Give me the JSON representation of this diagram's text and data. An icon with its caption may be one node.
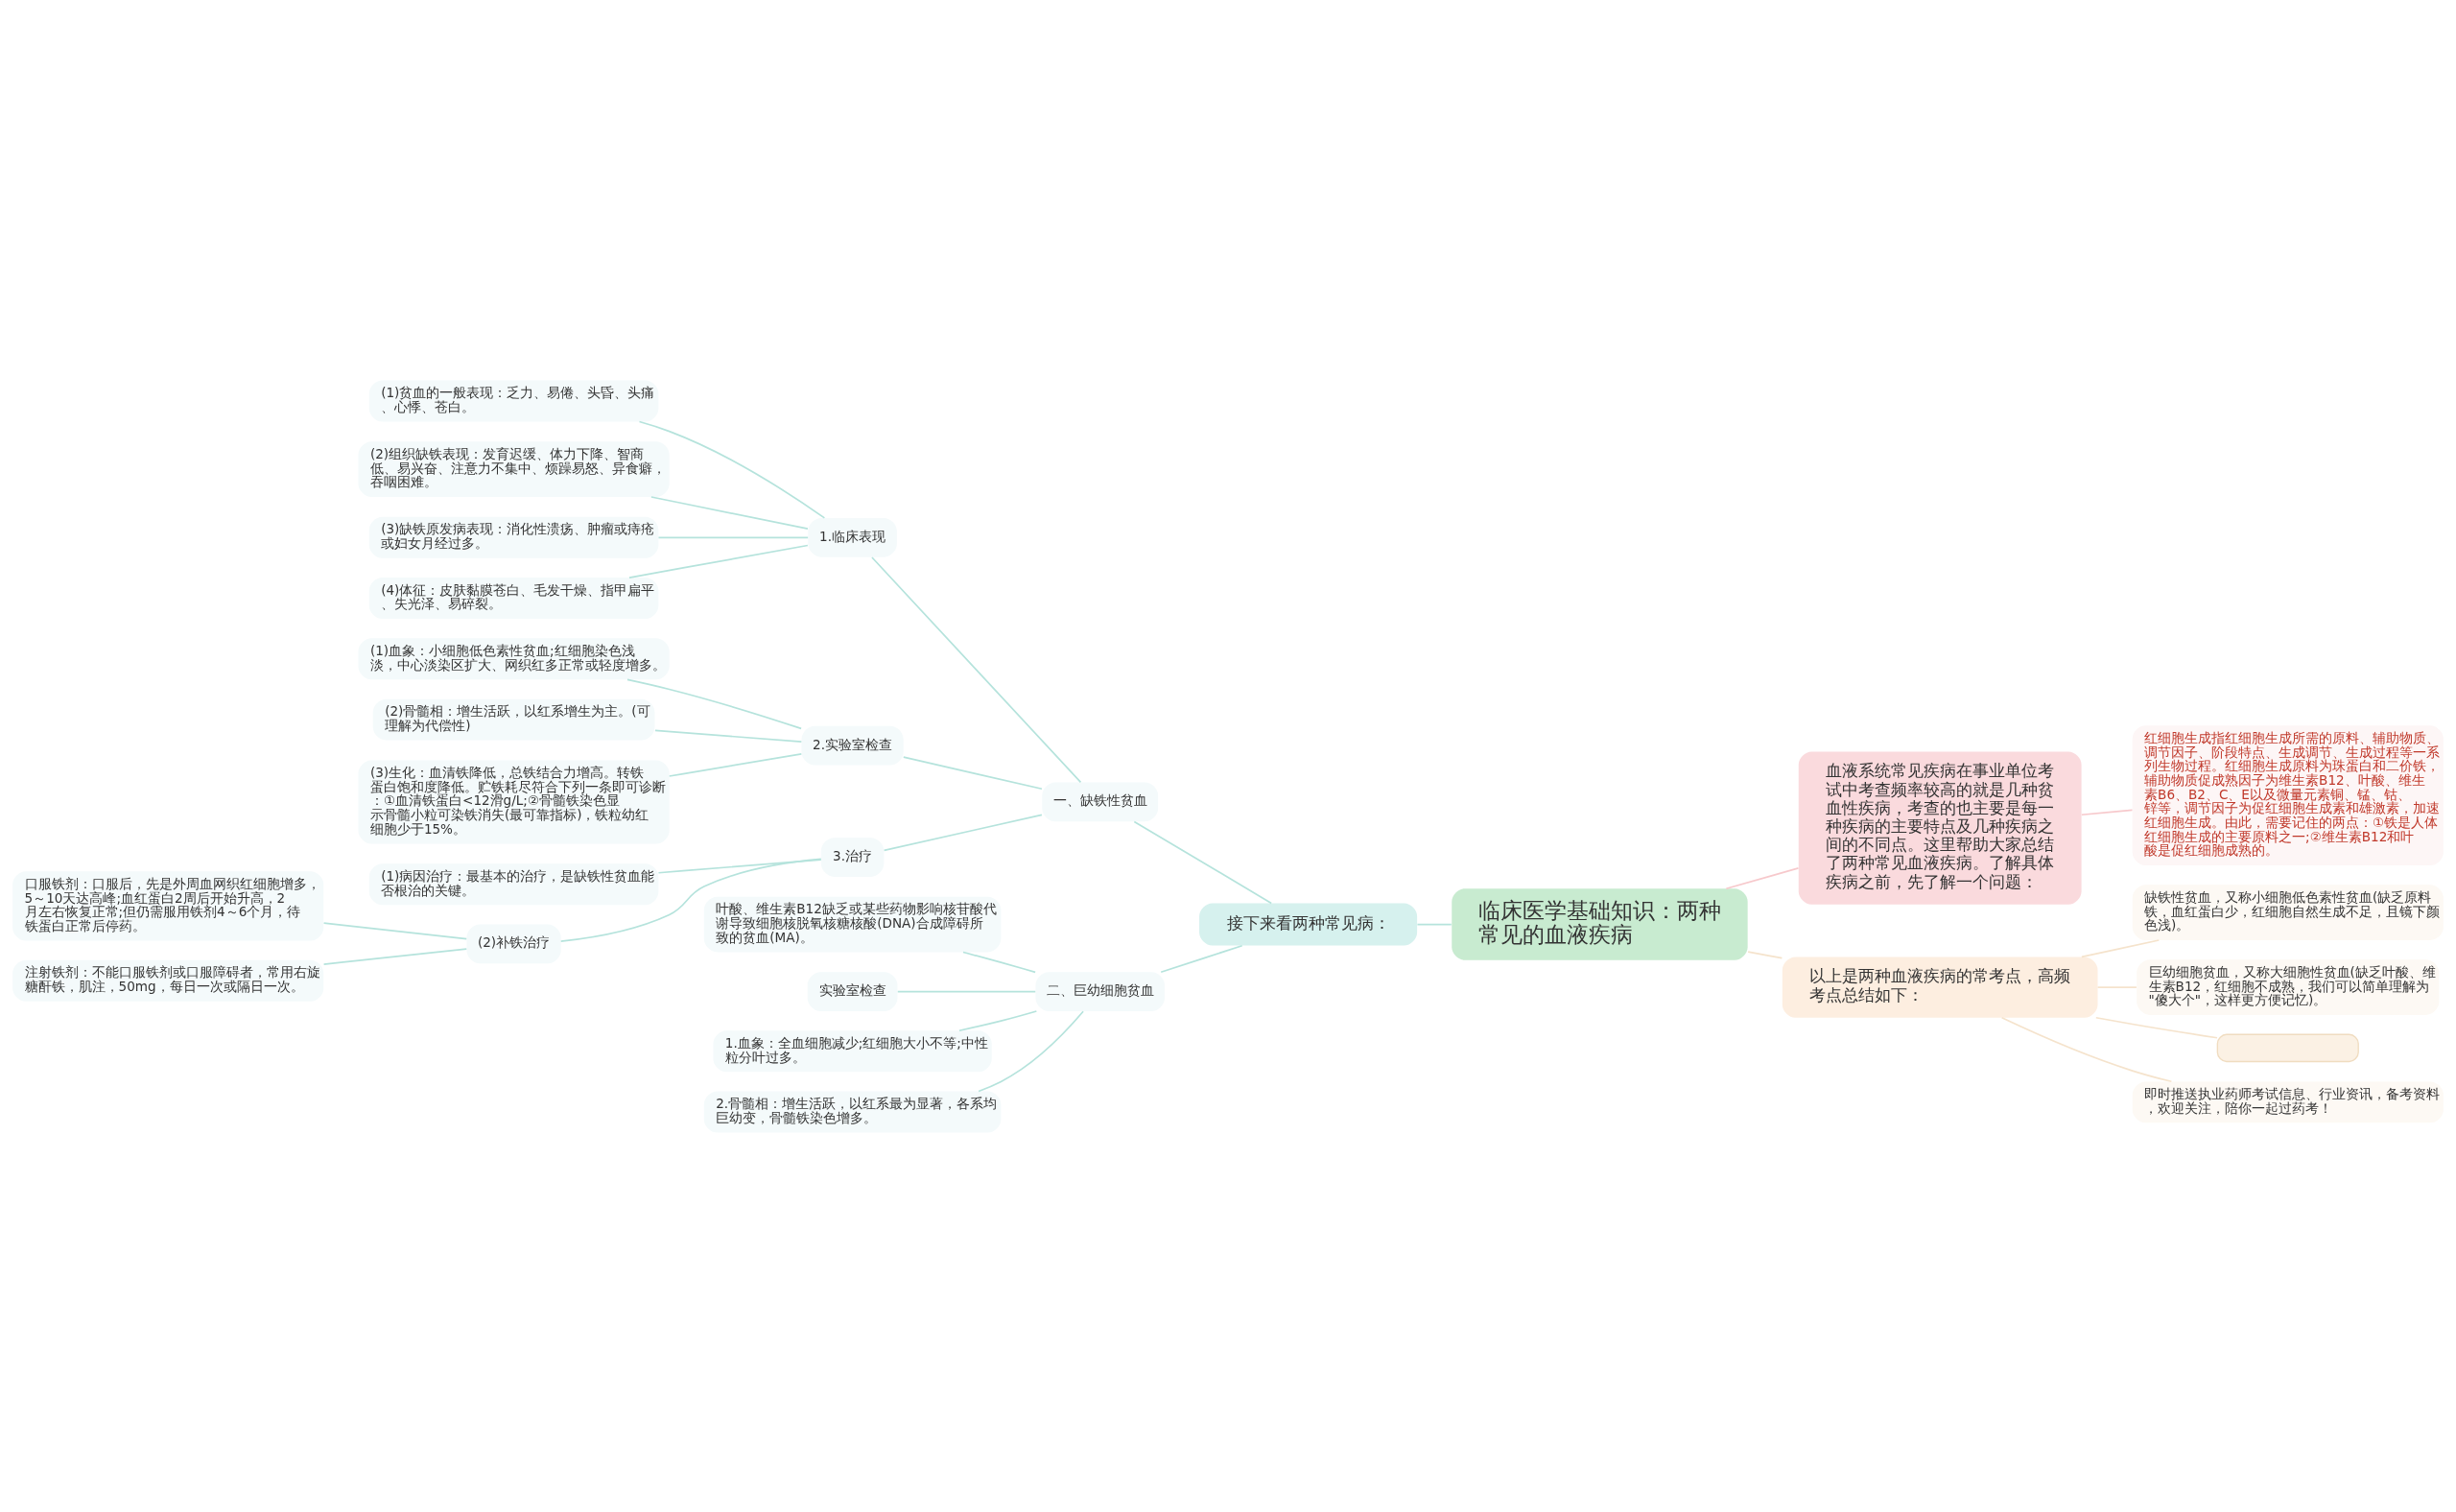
{
  "diagram": {
    "nodes": [
      {
        "text": [
          "临床医学基础知识：两种常见的血液疾病"
        ]
      },
      {
        "text": [
          "接下来看两种常见病："
        ]
      },
      {
        "text": [
          "一、缺铁性贫血"
        ]
      },
      {
        "text": [
          "1.临床表现"
        ]
      },
      {
        "text": [
          "(1)贫血的一般表现：乏力、易倦、头昏、头痛、心悸、苍白。"
        ]
      },
      {
        "text": [
          "(2)组织缺铁表现：发育迟缓、体力下降、智商低、易兴奋、注意力不集中、烦躁易怒、异食癖，吞咽困难。"
        ]
      },
      {
        "text": [
          "(3)缺铁原发病表现：消化性溃疡、肿瘤或痔疮或妇女月经过多。"
        ]
      },
      {
        "text": [
          "(4)体征：皮肤黏膜苍白、毛发干燥、指甲扁平、失光泽、易碎裂。"
        ]
      },
      {
        "text": [
          "2.实验室检查"
        ]
      },
      {
        "text": [
          "(1)血象：小细胞低色素性贫血;红细胞染色浅淡，中心淡染区扩大、网织红多正常或轻度增多。"
        ]
      },
      {
        "text": [
          "(2)骨髓相：增生活跃，以红系增生为主。(可理解为代偿性)"
        ]
      },
      {
        "text": [
          "(3)生化：血清铁降低，总铁结合力增高。转铁蛋白饱和度降低。贮铁耗尽符合下列一条即可诊断：①血清铁蛋白<12滑g/L;②骨髓铁染色显示骨髓小粒可染铁消失(最可靠指标)，铁粒幼红细胞少于15%。"
        ]
      },
      {
        "text": [
          "3.治疗"
        ]
      },
      {
        "text": [
          "(1)病因治疗：最基本的治疗，是缺铁性贫血能否根治的关键。"
        ]
      },
      {
        "text": [
          "(2)补铁治疗"
        ]
      },
      {
        "text": [
          "口服铁剂：口服后，先是外周血网织红细胞增多，5～10天达高峰;血红蛋白2周后开始升高，2月左右恢复正常;但仍需服用铁剂4～6个月，待铁蛋白正常后停药。"
        ]
      },
      {
        "text": [
          "注射铁剂：不能口服铁剂或口服障碍者，常用右旋糖酐铁，肌注，50mg，每日一次或隔日一次。"
        ]
      },
      {
        "text": [
          "二、巨幼细胞贫血"
        ]
      },
      {
        "text": [
          "叶酸、维生素B12缺乏或某些药物影响核苷酸代谢导致细胞核脱氧核糖核酸(DNA)合成障碍所致的贫血(MA)。"
        ]
      },
      {
        "text": [
          "实验室检查"
        ]
      },
      {
        "text": [
          "1.血象：全血细胞减少;红细胞大小不等;中性粒分叶过多。"
        ]
      },
      {
        "text": [
          "2.骨髓相：增生活跃，以红系最为显著，各系均巨幼变，骨髓铁染色增多。"
        ]
      },
      {
        "text": [
          "血液系统常见疾病在事业单位考试中考查频率较高的就是几种贫血性疾病，考查的也主要是每一种疾病的主要特点及几种疾病之间的不同点。这里帮助大家总结了两种常见血液疾病。了解具体疾病之前，先了解一个问题："
        ]
      },
      {
        "text": [
          "红细胞生成指红细胞生成所需的原料、辅助物质、调节因子、阶段特点、生成调节、生成过程等一系列生物过程。红细胞生成原料为珠蛋白和二价铁，辅助物质促成熟因子为维生素B12、叶酸、维生素B6、B2、C、E以及微量元素铜、锰、钴、锌等，调节因子为促红细胞生成素和雄激素，加速红细胞生成。由此，需要记住的两点：①铁是人体红细胞生成的主要原料之一;②维生素B12和叶酸是促红细胞成熟的。"
        ]
      },
      {
        "text": [
          "以上是两种血液疾病的常考点，高频考点总结如下："
        ]
      },
      {
        "text": [
          "缺铁性贫血，又称小细胞低色素性贫血(缺乏原料铁，血红蛋白少，红细胞自然生成不足，且镜下颜色浅)。"
        ]
      },
      {
        "text": [
          "巨幼细胞贫血，又称大细胞性贫血(缺乏叶酸、维生素B12，红细胞不成熟，我们可以简单理解为\"傻大个\"，这样更方便记忆)。"
        ]
      },
      {
        "text": [],
        "shape": "box"
      },
      {
        "text": [
          "即时推送执业药师考试信息、行业资讯，备考资料，欢迎关注，陪你一起过药考！"
        ]
      }
    ],
    "edges": [
      {
        "from": 0,
        "to": 1,
        "arrow": "none"
      },
      {
        "from": 1,
        "to": 2,
        "arrow": "none"
      },
      {
        "from": 2,
        "to": 3,
        "arrow": "none"
      },
      {
        "from": 3,
        "to": 4,
        "arrow": "none"
      },
      {
        "from": 3,
        "to": 5,
        "arrow": "none"
      },
      {
        "from": 3,
        "to": 6,
        "arrow": "none"
      },
      {
        "from": 3,
        "to": 7,
        "arrow": "none"
      },
      {
        "from": 2,
        "to": 8,
        "arrow": "none"
      },
      {
        "from": 8,
        "to": 9,
        "arrow": "none"
      },
      {
        "from": 8,
        "to": 10,
        "arrow": "none"
      },
      {
        "from": 8,
        "to": 11,
        "arrow": "none"
      },
      {
        "from": 2,
        "to": 12,
        "arrow": "none"
      },
      {
        "from": 12,
        "to": 13,
        "arrow": "none"
      },
      {
        "from": 12,
        "to": 14,
        "arrow": "none"
      },
      {
        "from": 14,
        "to": 15,
        "arrow": "none"
      },
      {
        "from": 14,
        "to": 16,
        "arrow": "none"
      },
      {
        "from": 1,
        "to": 17,
        "arrow": "none"
      },
      {
        "from": 17,
        "to": 18,
        "arrow": "none"
      },
      {
        "from": 17,
        "to": 19,
        "arrow": "none"
      },
      {
        "from": 17,
        "to": 20,
        "arrow": "none"
      },
      {
        "from": 17,
        "to": 21,
        "arrow": "none"
      },
      {
        "from": 0,
        "to": 22,
        "arrow": "none",
        "color": "#f7c9cc"
      },
      {
        "from": 22,
        "to": 23,
        "arrow": "none",
        "color": "#f7c9cc"
      },
      {
        "from": 0,
        "to": 24,
        "arrow": "none",
        "color": "#f5e3cc"
      },
      {
        "from": 24,
        "to": 25,
        "arrow": "none",
        "color": "#f5e3cc"
      },
      {
        "from": 24,
        "to": 26,
        "arrow": "none",
        "color": "#f5e3cc"
      },
      {
        "from": 24,
        "to": 27,
        "arrow": "none",
        "color": "#f5e3cc"
      },
      {
        "from": 24,
        "to": 28,
        "arrow": "none",
        "color": "#f5e3cc"
      }
    ]
  }
}
